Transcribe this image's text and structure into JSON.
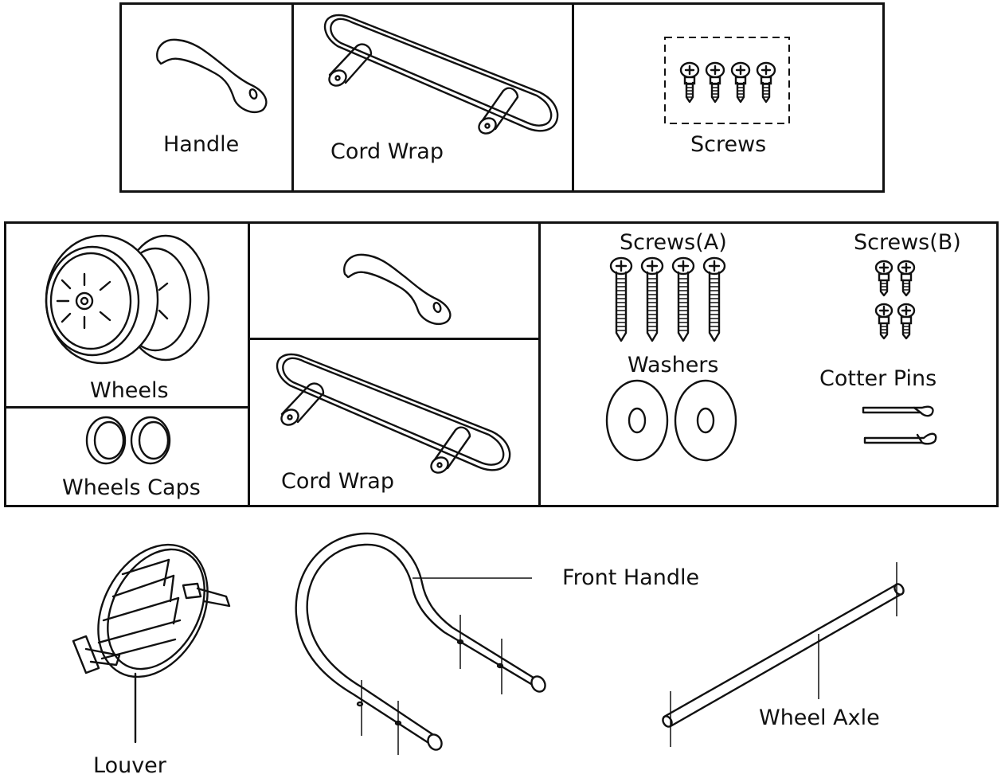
{
  "top_row": {
    "handle_label": "Handle",
    "cord_wrap_label": "Cord Wrap",
    "screws_label": "Screws"
  },
  "middle_row": {
    "wheels_label": "Wheels",
    "wheel_caps_label": "Wheels Caps",
    "cord_wrap_label": "Cord Wrap",
    "screws_a_label": "Screws(A)",
    "screws_b_label": "Screws(B)",
    "washers_label": "Washers",
    "cotter_pins_label": "Cotter Pins"
  },
  "bottom_row": {
    "louver_label": "Louver",
    "front_handle_label": "Front Handle",
    "wheel_axle_label": "Wheel Axle"
  }
}
